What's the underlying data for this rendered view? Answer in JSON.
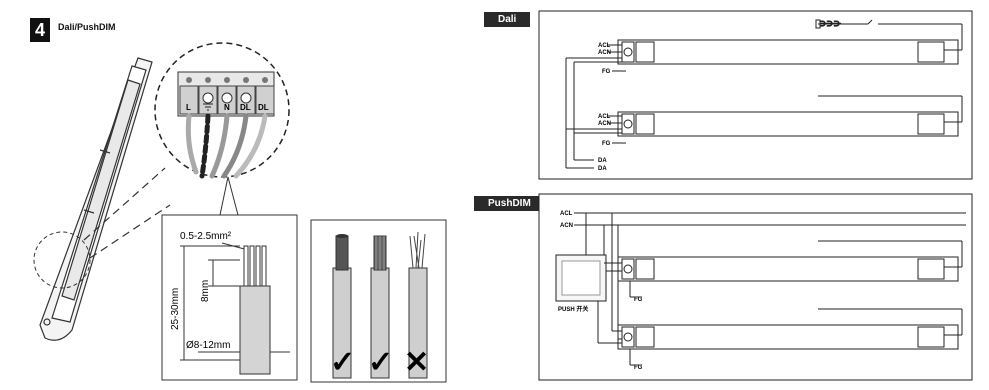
{
  "step": {
    "number": "4",
    "title": "Dali/PushDIM"
  },
  "terminal": {
    "labels": [
      "L",
      "",
      "N",
      "DL",
      "DL"
    ]
  },
  "cable": {
    "cross_section": "0.5-2.5mm²",
    "strip_length_outer": "25-30mm",
    "strip_length_inner": "8mm",
    "diameter": "Ø8-12mm"
  },
  "strip_check": {
    "marks": [
      "✓",
      "✓",
      "✕"
    ]
  },
  "dali": {
    "tag": "Dali",
    "terminals": {
      "acl": "ACL",
      "acn": "ACN",
      "fg": "FG"
    },
    "bus": [
      "DA",
      "DA"
    ]
  },
  "pushdim": {
    "tag": "PushDIM",
    "terminals": {
      "acl": "ACL",
      "acn": "ACN",
      "fg": "FG"
    },
    "switch_label": "PUSH 开关"
  },
  "colors": {
    "ink": "#111111",
    "badge": "#111111",
    "tag": "#2a2a2a",
    "gray": "#bdbdbd"
  }
}
